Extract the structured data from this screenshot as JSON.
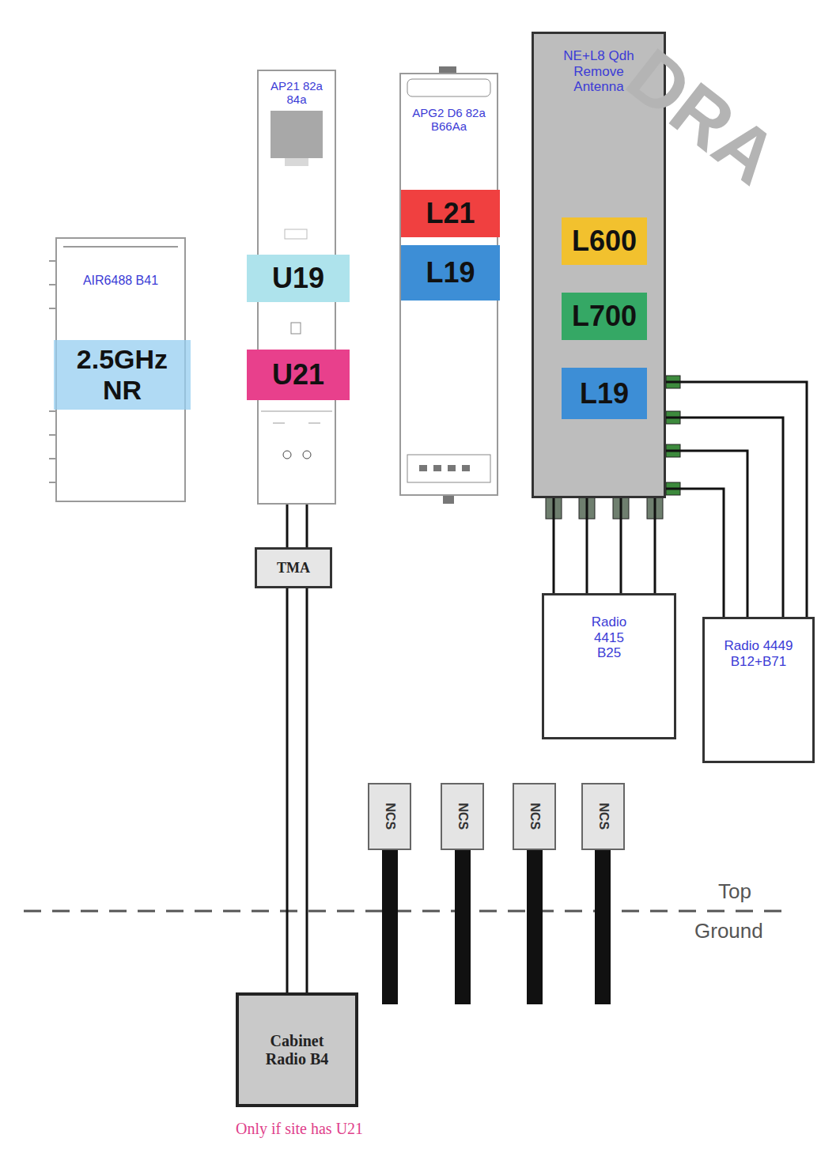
{
  "diagram": {
    "nodes": [
      {
        "text": [
          "AIR6488 B41"
        ]
      },
      {
        "text": [
          "2.5GHz NR"
        ],
        "in": 0
      },
      {
        "text": [
          "AP21 82a 84a"
        ]
      },
      {
        "text": [
          "U19"
        ],
        "in": 2
      },
      {
        "text": [
          "U21"
        ],
        "in": 2
      },
      {
        "text": [
          "APG2 D6 82a B66Aa"
        ]
      },
      {
        "text": [
          "L21"
        ],
        "in": 5
      },
      {
        "text": [
          "L19"
        ],
        "in": 5
      },
      {
        "text": [
          "NE+L8 Qdh Remove Antenna"
        ]
      },
      {
        "text": [
          "L600"
        ],
        "in": 8
      },
      {
        "text": [
          "L700"
        ],
        "in": 8
      },
      {
        "text": [
          "L19"
        ],
        "in": 8
      },
      {
        "text": [
          "TMA"
        ]
      },
      {
        "text": [
          "Radio 4415 B25"
        ]
      },
      {
        "text": [
          "Radio 4449 B12+B71"
        ]
      },
      {
        "text": [
          "NCS"
        ]
      },
      {
        "text": [
          "NCS"
        ]
      },
      {
        "text": [
          "NCS"
        ]
      },
      {
        "text": [
          "NCS"
        ]
      },
      {
        "text": [
          "Cabinet Radio B4"
        ]
      }
    ],
    "edges": [
      {
        "from": 2,
        "to": 12,
        "arrow": "none"
      },
      {
        "from": 2,
        "to": 12,
        "arrow": "none"
      },
      {
        "from": 12,
        "to": 19,
        "arrow": "none"
      },
      {
        "from": 12,
        "to": 19,
        "arrow": "none"
      },
      {
        "from": 8,
        "to": 13,
        "arrow": "none"
      },
      {
        "from": 8,
        "to": 13,
        "arrow": "none"
      },
      {
        "from": 8,
        "to": 13,
        "arrow": "none"
      },
      {
        "from": 8,
        "to": 13,
        "arrow": "none"
      },
      {
        "from": 8,
        "to": 14,
        "arrow": "none"
      },
      {
        "from": 8,
        "to": 14,
        "arrow": "none"
      },
      {
        "from": 8,
        "to": 14,
        "arrow": "none"
      },
      {
        "from": 8,
        "to": 14,
        "arrow": "none"
      }
    ],
    "labels": [
      "DRA",
      "Top",
      "Ground",
      "Only if site has U21"
    ]
  }
}
